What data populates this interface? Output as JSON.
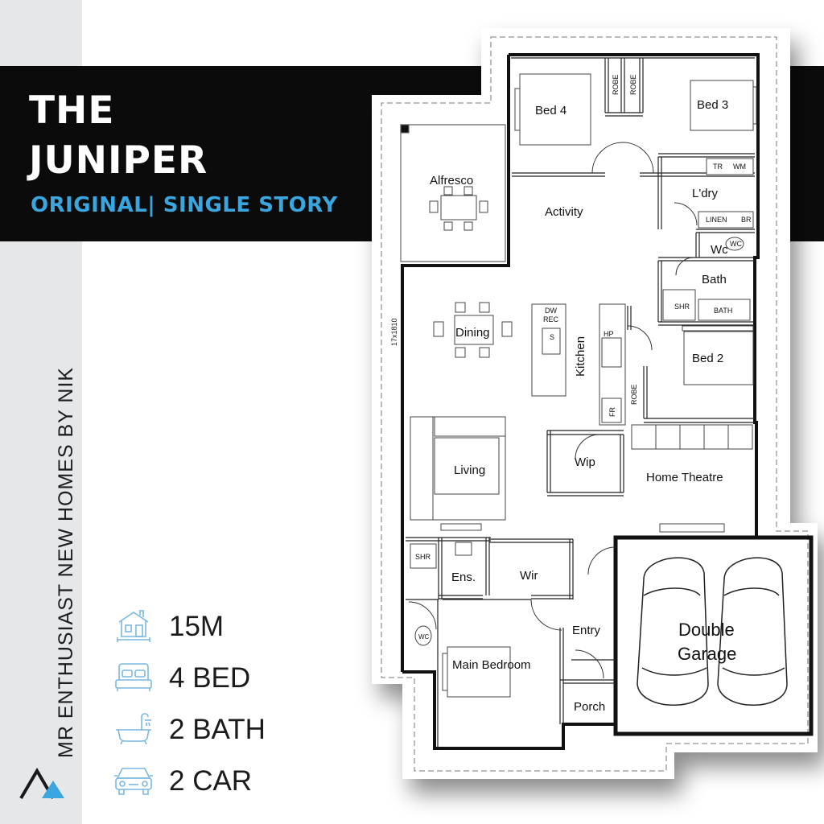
{
  "branding": {
    "company": "MR ENTHUSIAST NEW HOMES BY NIK",
    "logo_icon": "triangle-logo-icon",
    "accent_color": "#39a6df"
  },
  "header": {
    "title_line1": "THE",
    "title_line2": "JUNIPER",
    "subtitle": "ORIGINAL| SINGLE STORY"
  },
  "specs": [
    {
      "icon": "house-width-icon",
      "label": "15M"
    },
    {
      "icon": "bed-icon",
      "label": "4 BED"
    },
    {
      "icon": "bathtub-icon",
      "label": "2 BATH"
    },
    {
      "icon": "car-icon",
      "label": "2 CAR"
    }
  ],
  "floor_plan": {
    "rooms": {
      "bed4": "Bed 4",
      "bed3": "Bed 3",
      "alfresco": "Alfresco",
      "activity": "Activity",
      "laundry": "L'dry",
      "wc": "Wc",
      "bath": "Bath",
      "dining": "Dining",
      "kitchen": "Kitchen",
      "bed2": "Bed 2",
      "living": "Living",
      "wip": "Wip",
      "home_theatre": "Home Theatre",
      "ensuite": "Ens.",
      "wir": "Wir",
      "entry": "Entry",
      "main_bedroom": "Main Bedroom",
      "porch": "Porch",
      "garage_line1": "Double",
      "garage_line2": "Garage"
    },
    "fixtures": {
      "robe_a": "ROBE",
      "robe_b": "ROBE",
      "robe_c": "ROBE",
      "tr": "TR",
      "wm": "WM",
      "linen": "LINEN",
      "br": "BR",
      "wc_pan": "WC",
      "shr_bath": "SHR",
      "bath_tub": "BATH",
      "dw": "DW",
      "rec": "REC",
      "sink": "S",
      "hp": "HP",
      "fr": "FR",
      "shr_ens": "SHR",
      "wc_ens": "WC",
      "window_size": "17x1810"
    }
  }
}
